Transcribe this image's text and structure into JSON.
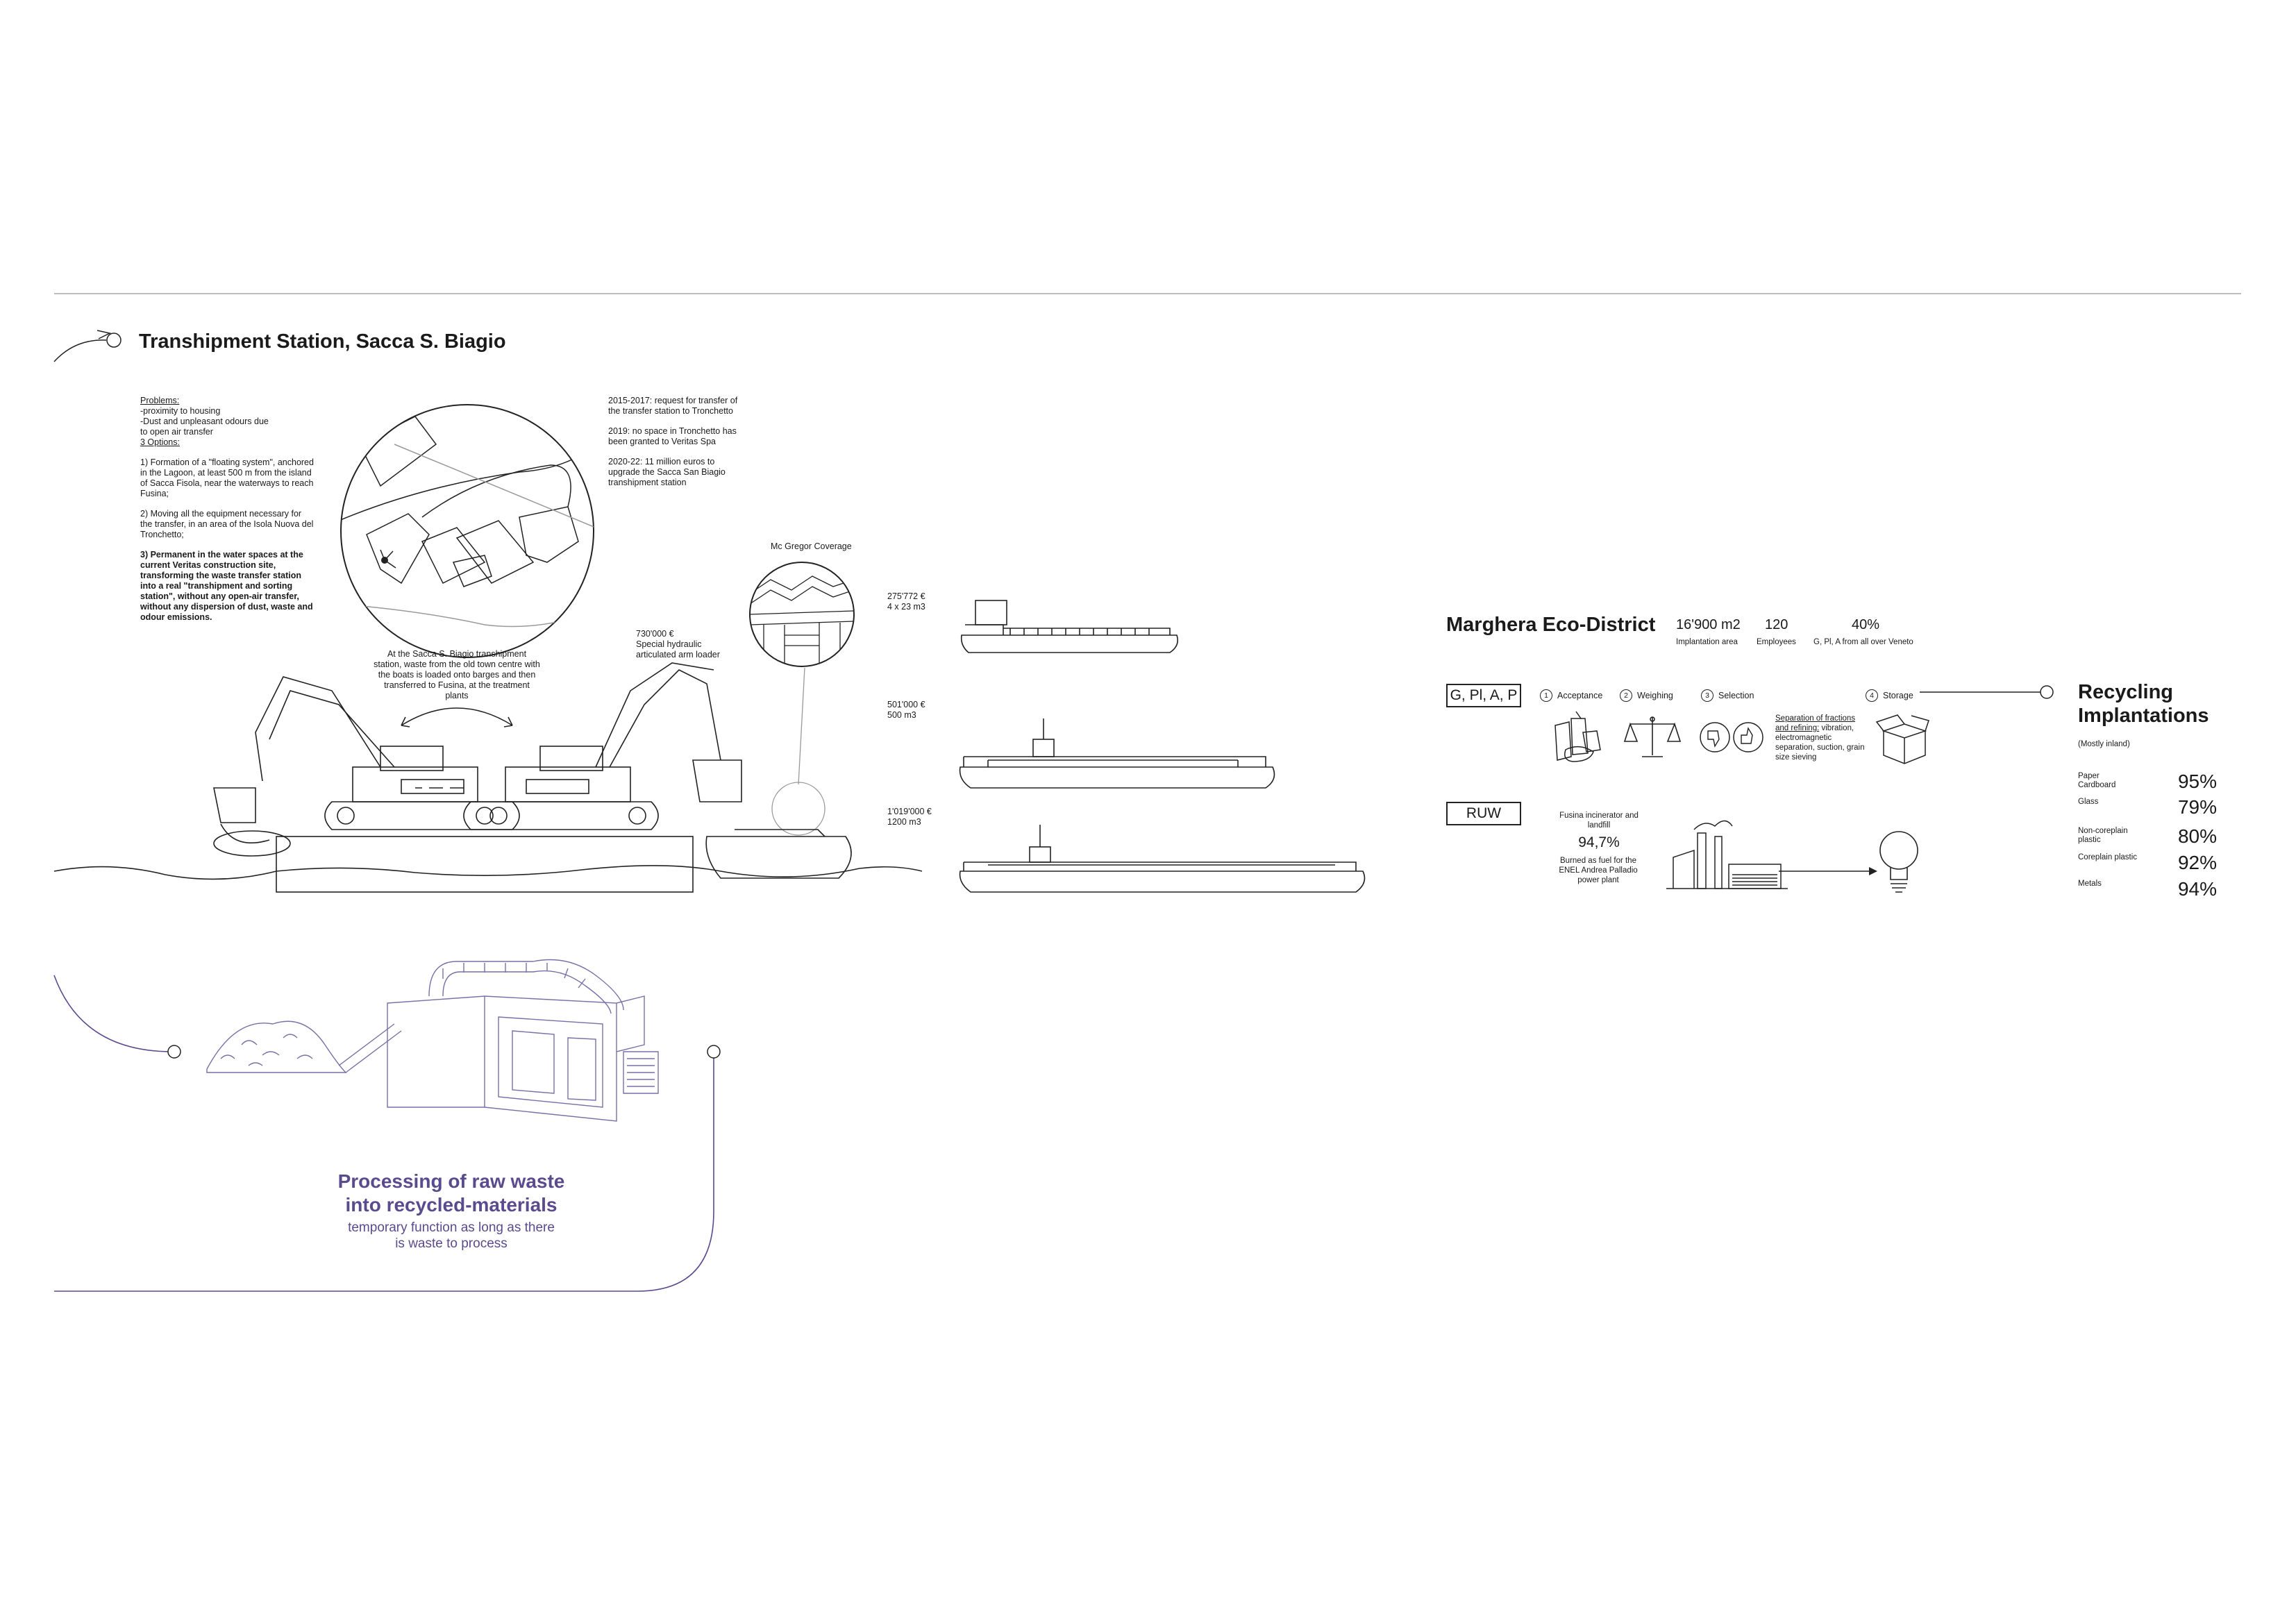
{
  "transhipment": {
    "title": "Transhipment Station, Sacca S. Biagio",
    "problems_heading": "Problems:",
    "problems_lines": [
      "-proximity to housing",
      "-Dust and unpleasant odours due",
      "to open air transfer"
    ],
    "options_heading": "3 Options:",
    "option1": "1) Formation of a \"floating system\", anchored in the Lagoon, at least 500 m from the island of Sacca Fisola, near the waterways to reach Fusina;",
    "option2": "2) Moving all the equipment necessary for the transfer, in an area of the Isola Nuova del Tronchetto;",
    "option3": "3) Permanent in the water spaces at the current Veritas construction site, transforming the waste transfer station into a real \"transhipment and sorting station\", without any open-air transfer, without any dispersion of dust, waste and odour emissions.",
    "timeline": [
      "2015-2017: request for transfer of the transfer station to Tronchetto",
      "2019: no space in Tronchetto has been granted to Veritas Spa",
      "2020-22: 11 million euros to upgrade the Sacca San Biagio transhipment station"
    ],
    "station_note": "At the Sacca S. Biagio transhipment station, waste from the old town centre with the boats is loaded onto barges and then transferred to Fusina, at the treatment plants",
    "loader_cost": "730'000 €",
    "loader_desc": "Special hydraulic articulated arm loader",
    "mcgregor": "Mc Gregor Coverage",
    "barges": [
      {
        "cost": "275'772 €",
        "spec": "4 x 23 m3"
      },
      {
        "cost": "501'000 €",
        "spec": "500 m3"
      },
      {
        "cost": "1'019'000 €",
        "spec": "1200 m3"
      }
    ]
  },
  "processing": {
    "title_line1": "Processing of raw waste",
    "title_line2": "into recycled-materials",
    "sub_line1": "temporary function as long as there",
    "sub_line2": "is waste to process"
  },
  "marghera": {
    "title": "Marghera Eco-District",
    "stats": [
      {
        "value": "16'900 m2",
        "label": "Implantation area"
      },
      {
        "value": "120",
        "label": "Employees"
      },
      {
        "value": "40%",
        "label": "G, Pl, A from all over Veneto"
      }
    ],
    "box1": "G, Pl, A, P",
    "box2": "RUW",
    "steps": [
      {
        "num": "1",
        "label": "Acceptance"
      },
      {
        "num": "2",
        "label": "Weighing"
      },
      {
        "num": "3",
        "label": "Selection"
      },
      {
        "num": "4",
        "label": "Storage"
      }
    ],
    "separation_underlined": "Separation of fractions and refining:",
    "separation_rest": "vibration, electromagnetic separation, suction, grain size sieving",
    "fusina_label": "Fusina incinerator and landfill",
    "fusina_pct": "94,7%",
    "fusina_desc": "Burned as fuel for the ENEL Andrea Palladio power plant"
  },
  "recycling": {
    "title_line1": "Recycling",
    "title_line2": "Implantations",
    "subtitle": "(Mostly inland)",
    "rows": [
      {
        "label": "Paper Cardboard",
        "value": "95%"
      },
      {
        "label": "Glass",
        "value": "79%"
      },
      {
        "label": "Non-coreplain plastic",
        "value": "80%"
      },
      {
        "label": "Coreplain plastic",
        "value": "92%"
      },
      {
        "label": "Metals",
        "value": "94%"
      }
    ]
  },
  "colors": {
    "line": "#222222",
    "accent": "#5a4a8e",
    "rule": "#bbbbbb"
  }
}
